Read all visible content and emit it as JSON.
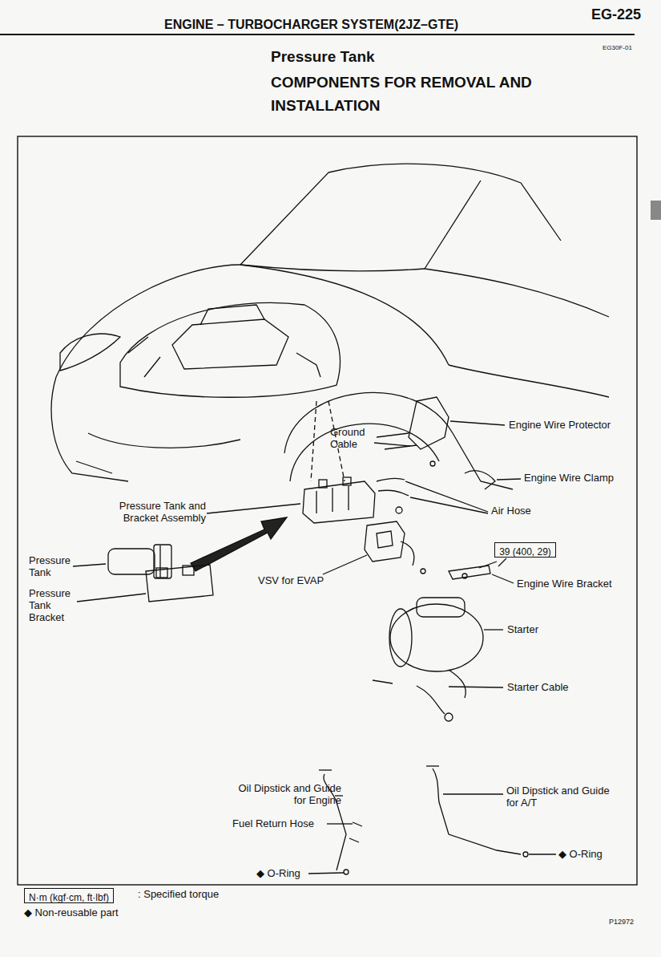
{
  "diagram": {
    "title": "COMPONENTS FOR REMOVAL AND INSTALLATION",
    "nodes": [
      {
        "text": [
          "39 (400, 29)"
        ]
      },
      {
        "text": [
          "N·m (kgf·cm, ft·lbf)"
        ]
      }
    ],
    "edges": [],
    "labels": [
      "ENGINE – TURBOCHARGER SYSTEM(2JZ–GTE)",
      "EG-225",
      "EG30F-01",
      "Pressure Tank",
      "Engine Wire Protector",
      "Ground Cable",
      "Engine Wire Clamp",
      "Pressure Tank and Bracket Assembly",
      "Air Hose",
      "Pressure Tank",
      "VSV for EVAP",
      "Pressure Tank Bracket",
      "Engine Wire Bracket",
      "Starter",
      "Starter Cable",
      "Oil Dipstick and Guide for Engine",
      "Oil Dipstick and Guide for A/T",
      "Fuel Return Hose",
      "◆ O-Ring",
      "◆ O-Ring",
      ": Specified torque",
      "◆ Non-reusable part",
      "P12972"
    ]
  }
}
